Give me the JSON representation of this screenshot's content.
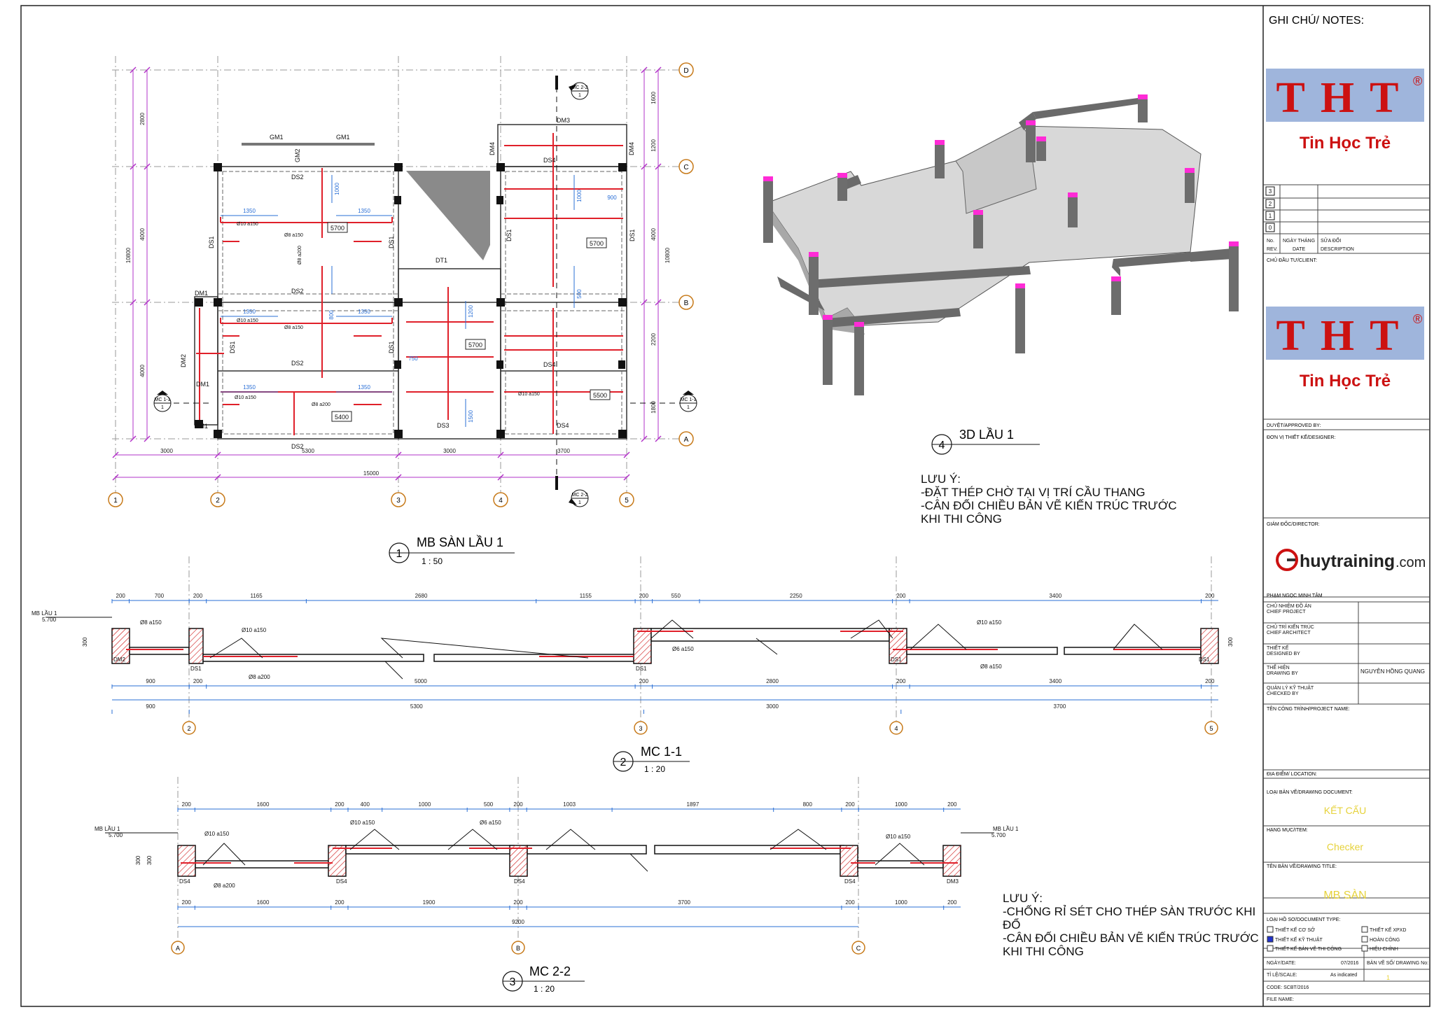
{
  "plan": {
    "title": "MB SÀN LẦU 1",
    "scale": "1 : 50",
    "number": "1",
    "grid_letters": [
      "A",
      "B",
      "C",
      "D"
    ],
    "grid_numbers": [
      "1",
      "2",
      "3",
      "4",
      "5"
    ],
    "bottom_dims": [
      "3000",
      "5300",
      "3000",
      "3700"
    ],
    "total_dim": "15000",
    "left_dims": [
      "2800",
      "4000",
      "4000"
    ],
    "left_total": "10800",
    "right_dims": [
      "1600",
      "1200",
      "4000",
      "2200",
      "1800"
    ],
    "right_total": "10800",
    "beam_labels": [
      "GM1",
      "GM1",
      "GM2",
      "DM1",
      "DM1",
      "DM1",
      "DM2",
      "DM3",
      "DM4",
      "DM4",
      "DT1"
    ],
    "slab_labels": [
      "DS1",
      "DS1",
      "DS1",
      "DS1",
      "DS1",
      "DS1",
      "DS2",
      "DS2",
      "DS2",
      "DS2",
      "DS3",
      "DS4",
      "DS4",
      "DS4"
    ],
    "boxed_values": [
      "5700",
      "5700",
      "5700",
      "5500",
      "5400"
    ],
    "rebar_labels": [
      "Ø10 a150",
      "Ø8 a150",
      "Ø8 a200",
      "Ø10 a150",
      "Ø8 a150",
      "Ø10 a150",
      "Ø8 a200",
      "Ø10 a150"
    ],
    "blue_dims": [
      "1350",
      "1350",
      "1350",
      "1350",
      "1350",
      "1350",
      "1000",
      "900",
      "1200",
      "800",
      "750",
      "500",
      "1000",
      "1500"
    ],
    "section_marks": [
      "MC 1-1",
      "MC 1-1",
      "MC 2-2",
      "MC 2-2"
    ],
    "section_mark_num": "1"
  },
  "view3d": {
    "number": "4",
    "title": "3D LẦU 1"
  },
  "note1": {
    "lines": [
      "LƯU Ý:",
      "-ĐẶT THÉP CHỜ TẠI VỊ TRÍ CẦU THANG",
      "-CÂN ĐỐI CHIỀU BẢN VẼ KIẾN TRÚC TRƯỚC",
      "KHI THI CÔNG"
    ]
  },
  "section1": {
    "number": "2",
    "title": "MC 1-1",
    "scale": "1 : 20",
    "level_label": "MB LẦU 1",
    "level_value": "5.700",
    "top_dims": [
      "200",
      "700",
      "200",
      "1165",
      "2680",
      "1155",
      "200",
      "550",
      "2250",
      "200",
      "3400",
      "200"
    ],
    "bottom_dims": [
      "900",
      "200",
      "5000",
      "200",
      "2800",
      "200",
      "3400",
      "200"
    ],
    "axis_dims": [
      "900",
      "5300",
      "3000",
      "3700"
    ],
    "beam_labels": [
      "DM2",
      "DS1",
      "DS1",
      "DS1",
      "DS1"
    ],
    "thickness": "300",
    "grid_numbers": [
      "2",
      "3",
      "4",
      "5"
    ],
    "rebar": [
      "Ø10 a150",
      "Ø8 a150",
      "Ø8 a200",
      "Ø6 a150"
    ]
  },
  "section2": {
    "number": "3",
    "title": "MC 2-2",
    "scale": "1 : 20",
    "level_label": "MB LẦU 1",
    "level_value": "5.700",
    "top_dims": [
      "200",
      "1600",
      "200",
      "400",
      "1000",
      "500",
      "200",
      "1003",
      "1897",
      "800",
      "200",
      "1000",
      "200"
    ],
    "bottom_dims": [
      "200",
      "1600",
      "200",
      "1900",
      "200",
      "3700",
      "200",
      "1000",
      "200"
    ],
    "total_dim": "9200",
    "beam_labels": [
      "DS4",
      "DS4",
      "DS4",
      "DS4",
      "DM3"
    ],
    "thickness": "300",
    "grid_letters": [
      "A",
      "B",
      "C"
    ],
    "rebar": [
      "Ø10 a150",
      "Ø8 a200",
      "Ø6 a150"
    ]
  },
  "note2": {
    "lines": [
      "LƯU Ý:",
      "-CHỐNG RỈ SÉT CHO THÉP SÀN TRƯỚC KHI",
      "ĐỔ",
      "-CÂN ĐỐI CHIỀU BẢN VẼ KIẾN TRÚC TRƯỚC",
      "KHI THI CÔNG"
    ]
  },
  "titleblock": {
    "header": "GHI CHÚ/ NOTES:",
    "logo_letters": "THT",
    "logo_reg": "®",
    "logo_name": "Tin Học Trẻ",
    "rev_numbers": [
      "3",
      "2",
      "1",
      "0"
    ],
    "rev_no": "No.",
    "rev_rev": "REV.",
    "rev_date1": "NGÀY THÁNG",
    "rev_date2": "DATE",
    "rev_desc1": "SỬA ĐỔI",
    "rev_desc2": "DESCRIPTION",
    "client": "CHỦ ĐẦU TƯ/CLIENT:",
    "approved": "DUYỆT/APPROVED BY:",
    "designer": "ĐƠN VỊ THIẾT KẾ/DESIGNER:",
    "director": "GIÁM ĐỐC/DIRECTOR:",
    "brand": "huytraining",
    "brand_suffix": ".com",
    "director_name": "PHẠM NGỌC MINH TÂM",
    "roles": [
      {
        "vn": "CHỦ NHIỆM ĐỒ ÁN",
        "en": "CHIEF PROJECT",
        "name": ""
      },
      {
        "vn": "CHỦ TRÌ KIẾN TRÚC",
        "en": "CHIEF ARCHITECT",
        "name": ""
      },
      {
        "vn": "THIẾT KẾ",
        "en": "DESIGNED BY",
        "name": ""
      },
      {
        "vn": "THỂ HIỆN",
        "en": "DRAWING BY",
        "name": "NGUYỄN HỒNG QUANG"
      },
      {
        "vn": "QUẢN LÝ KỸ THUẬT",
        "en": "CHECKED BY",
        "name": ""
      }
    ],
    "project_name": "TÊN CÔNG TRÌNH/PROJECT NAME:",
    "location": "ĐỊA ĐIỂM/ LOCATION:",
    "drawing_doc": "LOẠI BẢN VẼ/DRAWING DOCUMENT:",
    "drawing_doc_value": "KẾT CẤU",
    "item": "HẠNG MỤC/ITEM:",
    "item_value": "Checker",
    "drawing_title": "TÊN BẢN VẼ/DRAWING TITLE:",
    "drawing_title_value": "MB SÀN",
    "doc_type": "LOẠI HỒ SƠ/DOCUMENT TYPE:",
    "checks": [
      {
        "label": "THIẾT KẾ CƠ SỞ",
        "on": false
      },
      {
        "label": "THIẾT KẾ XPXD",
        "on": false
      },
      {
        "label": "THIẾT KẾ KỸ THUẬT",
        "on": true
      },
      {
        "label": "HOÀN CÔNG",
        "on": false
      },
      {
        "label": "THIẾT KẾ BẢN VẼ THI CÔNG",
        "on": false
      },
      {
        "label": "HIỆU CHỈNH",
        "on": false
      }
    ],
    "date_label": "NGÀY/DATE:",
    "date_value": "07/2016",
    "drawing_no_label": "BẢN VẼ SỐ/ DRAWING No:",
    "drawing_no_value": "1",
    "scale_label": "TỈ LỆ/SCALE:",
    "scale_value": "As indicated",
    "code": "CODE: SCBT/2016",
    "file_name": "FILE NAME:",
    "accent_red": "#cc1111",
    "logo_bg": "#9fb5dc",
    "value_yellow": "#e6d23a",
    "rebar_red": "#e0202a",
    "dim_blue": "#2a6fd6",
    "dim_magenta": "#b233c8",
    "column_magenta": "#ff2bd6"
  }
}
